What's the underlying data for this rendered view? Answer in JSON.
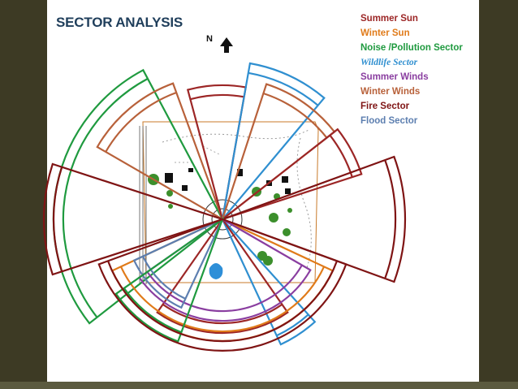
{
  "title": "SECTOR ANALYSIS",
  "north_label": "N",
  "colors": {
    "background": "#3d3a24",
    "panel": "#ffffff",
    "title": "#1f3e5b",
    "summer_sun": "#9c2626",
    "winter_sun": "#e07b1a",
    "noise_pollution": "#1f9a3f",
    "wildlife": "#2f8fd0",
    "summer_winds": "#8a3ea0",
    "winter_winds": "#b8613a",
    "fire": "#7f1414",
    "flood": "#5d7fb0"
  },
  "legend": [
    {
      "label": "Summer Sun",
      "color": "#9c2626"
    },
    {
      "label": "Winter Sun",
      "color": "#e07b1a"
    },
    {
      "label": "Noise  /Pollution Sector",
      "color": "#1f9a3f"
    },
    {
      "label": "Wildlife Sector",
      "color": "#2f8fd0"
    },
    {
      "label": "Summer Winds",
      "color": "#8a3ea0"
    },
    {
      "label": "Winter Winds",
      "color": "#b8613a"
    },
    {
      "label": "Fire Sector",
      "color": "#7f1414"
    },
    {
      "label": "Flood Sector",
      "color": "#5d7fb0"
    }
  ],
  "icons": [
    "north-arrow-icon"
  ]
}
